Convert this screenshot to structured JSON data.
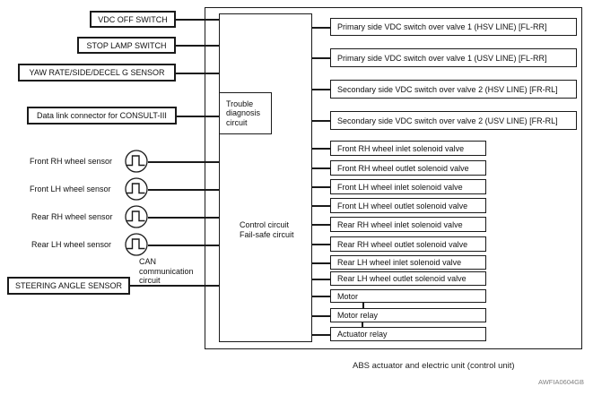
{
  "diagram": {
    "inputs": [
      {
        "label": "VDC OFF SWITCH"
      },
      {
        "label": "STOP LAMP SWITCH"
      },
      {
        "label": "YAW RATE/SIDE/DECEL G SENSOR"
      },
      {
        "label": "Data link connector for CONSULT-III"
      },
      {
        "label": "STEERING ANGLE SENSOR"
      }
    ],
    "wheel_sensors": [
      {
        "label": "Front RH wheel sensor",
        "icon": "pulse-waveform-icon"
      },
      {
        "label": "Front LH wheel sensor",
        "icon": "pulse-waveform-icon"
      },
      {
        "label": "Rear RH wheel sensor",
        "icon": "pulse-waveform-icon"
      },
      {
        "label": "Rear LH wheel sensor",
        "icon": "pulse-waveform-icon"
      }
    ],
    "can_label": "CAN\ncommunication\ncircuit",
    "control_unit": {
      "trouble_circuit_label": "Trouble\ndiagnosis\ncircuit",
      "control_circuit_label": "Control circuit\nFail-safe circuit"
    },
    "vdc_outputs": [
      {
        "label": "Primary side VDC switch over valve 1 (HSV LINE) [FL-RR]"
      },
      {
        "label": "Primary side VDC switch over valve 1 (USV LINE) [FL-RR]"
      },
      {
        "label": "Secondary side VDC switch over valve 2 (HSV LINE) [FR-RL]"
      },
      {
        "label": "Secondary side VDC switch over valve 2 (USV LINE) [FR-RL]"
      }
    ],
    "solenoid_outputs": [
      {
        "label": "Front RH wheel inlet solenoid valve"
      },
      {
        "label": "Front RH wheel outlet solenoid valve"
      },
      {
        "label": "Front LH wheel inlet solenoid valve"
      },
      {
        "label": "Front LH wheel outlet solenoid valve"
      },
      {
        "label": "Rear RH wheel inlet solenoid valve"
      },
      {
        "label": "Rear RH wheel outlet solenoid valve"
      },
      {
        "label": "Rear LH wheel inlet solenoid valve"
      },
      {
        "label": "Rear LH wheel outlet solenoid valve"
      },
      {
        "label": "Motor"
      },
      {
        "label": "Motor relay"
      },
      {
        "label": "Actuator relay"
      }
    ],
    "caption": "ABS actuator and electric unit (control unit)",
    "watermark": "AWFIA0604GB",
    "colors": {
      "line": "#1a1a1a",
      "watermark": "#808080",
      "background": "#ffffff"
    }
  }
}
